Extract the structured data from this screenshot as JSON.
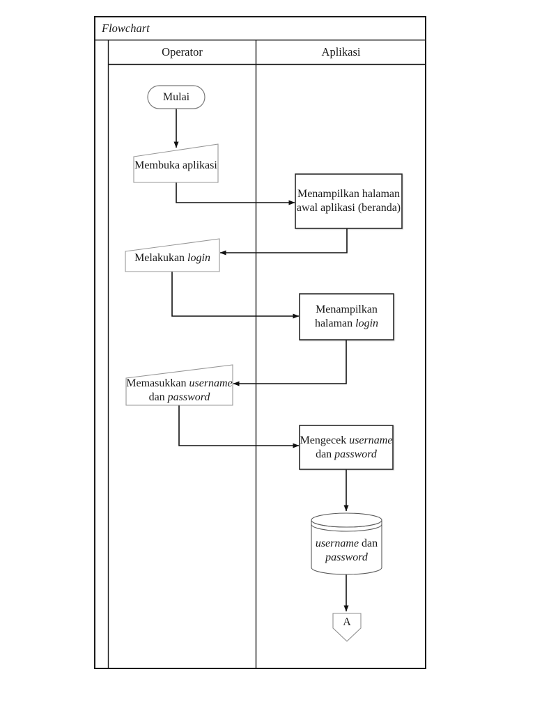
{
  "diagram": {
    "title": "Flowchart",
    "lanes": [
      {
        "label": "Operator"
      },
      {
        "label": "Aplikasi"
      }
    ],
    "colors": {
      "background": "#ffffff",
      "frame": "#1a1a1a",
      "connector": "#111111",
      "process_border": "#2a2a2a",
      "light_border": "#8f8f8f",
      "text": "#1a1a1a"
    },
    "nodes": {
      "start": {
        "type": "terminator",
        "text": "Mulai"
      },
      "open_app": {
        "type": "manual-input",
        "text": "Membuka aplikasi"
      },
      "show_home": {
        "type": "process",
        "line1": "Menampilkan halaman",
        "line2": "awal aplikasi (beranda)"
      },
      "do_login": {
        "type": "manual-input",
        "text": "Melakukan",
        "text_italic": "login"
      },
      "show_login": {
        "type": "process",
        "line1": "Menampilkan",
        "line2": "halaman",
        "line2_italic": "login"
      },
      "enter_credentials": {
        "type": "manual-input",
        "line1": "Memasukkan",
        "line1_italic": "username",
        "line2": "dan",
        "line2_italic": "password"
      },
      "check_credentials": {
        "type": "process",
        "line1": "Mengecek",
        "line1_italic": "username",
        "line2": "dan",
        "line2_italic": "password"
      },
      "datastore": {
        "type": "database",
        "line1_italic": "username",
        "line1": "dan",
        "line2_italic": "password"
      },
      "offpage": {
        "type": "offpage-connector",
        "text": "A"
      }
    }
  }
}
